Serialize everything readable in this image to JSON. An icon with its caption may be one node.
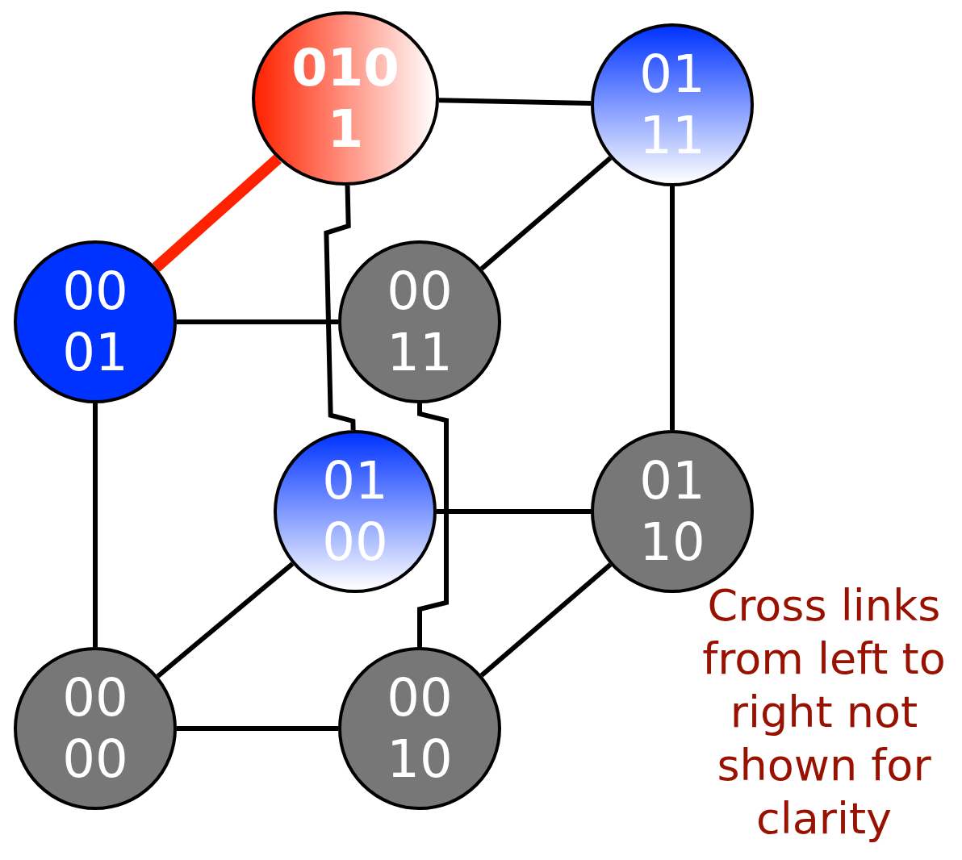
{
  "diagram": {
    "nodes": [
      {
        "text": [
          "010 1"
        ]
      },
      {
        "text": [
          "01 11"
        ]
      },
      {
        "text": [
          "00 01"
        ]
      },
      {
        "text": [
          "00 11"
        ]
      },
      {
        "text": [
          "01 00"
        ]
      },
      {
        "text": [
          "01 10"
        ]
      },
      {
        "text": [
          "00 00"
        ]
      },
      {
        "text": [
          "00 10"
        ]
      }
    ],
    "edges": [
      {
        "from": 0,
        "to": 1,
        "arrow": "none"
      },
      {
        "from": 0,
        "to": 2,
        "arrow": "none",
        "style": "thick",
        "color": "#ff2200"
      },
      {
        "from": 0,
        "to": 4,
        "arrow": "none"
      },
      {
        "from": 1,
        "to": 3,
        "arrow": "none"
      },
      {
        "from": 1,
        "to": 5,
        "arrow": "none"
      },
      {
        "from": 2,
        "to": 3,
        "arrow": "none"
      },
      {
        "from": 2,
        "to": 6,
        "arrow": "none"
      },
      {
        "from": 3,
        "to": 7,
        "arrow": "none"
      },
      {
        "from": 4,
        "to": 5,
        "arrow": "none"
      },
      {
        "from": 4,
        "to": 6,
        "arrow": "none"
      },
      {
        "from": 5,
        "to": 7,
        "arrow": "none"
      },
      {
        "from": 6,
        "to": 7,
        "arrow": "none"
      }
    ],
    "labels": [
      "Cross links from left to right not shown for clarity"
    ]
  }
}
